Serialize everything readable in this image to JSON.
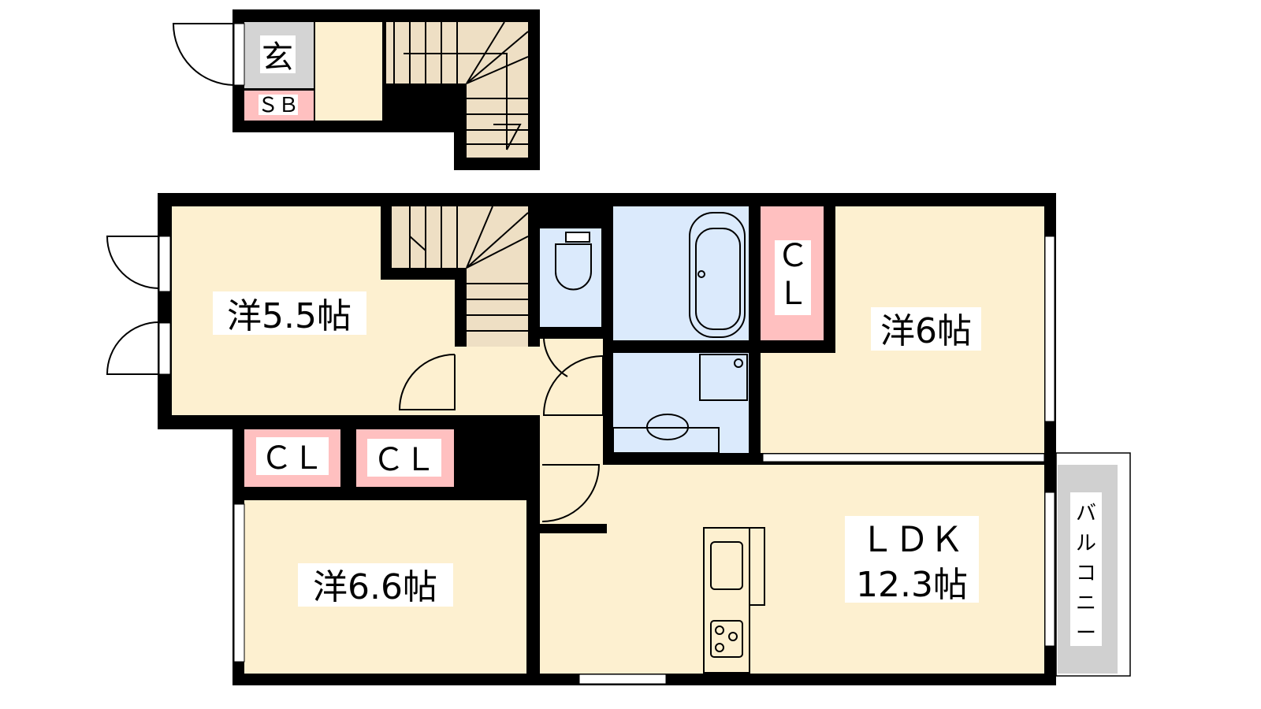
{
  "rooms": {
    "genkan": "玄",
    "shoe_box": "ＳＢ",
    "western_55": "洋5.5帖",
    "western_6": "洋6帖",
    "western_66": "洋6.6帖",
    "ldk_name": "ＬＤＫ",
    "ldk_size": "12.3帖",
    "closet_a": "ＣＬ",
    "closet_b": "ＣＬ",
    "closet_c_line1": "Ｃ",
    "closet_c_line2": "Ｌ",
    "balcony": [
      "バ",
      "ル",
      "コ",
      "ニ",
      "ー"
    ]
  },
  "colors": {
    "wall": "#000000",
    "room": "#fdf0d0",
    "wet": "#dbeafc",
    "closet": "#ffc0c0",
    "entry": "#d4d4d4",
    "stairs": "#eedfc4",
    "kitchen": "#e8d8f0",
    "balcony": "#d0d0d0"
  }
}
